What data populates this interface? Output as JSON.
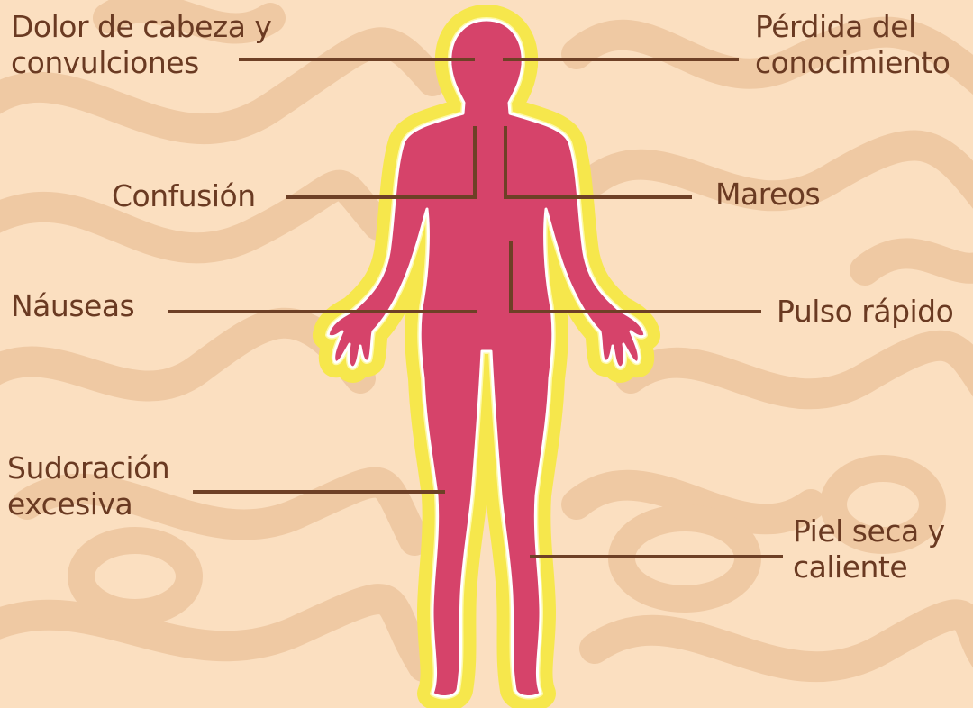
{
  "colors": {
    "background": "#fbdfc0",
    "pattern": "#efc9a3",
    "body_fill": "#d6436a",
    "glow": "#f6e74c",
    "outline": "#ffffff",
    "leader_line": "#6e4026",
    "text": "#6a3a22"
  },
  "labels": {
    "headache": "Dolor de cabeza y\nconvulciones",
    "consciousness": "Pérdida del\nconocimiento",
    "confusion": "Confusión",
    "dizziness": "Mareos",
    "nausea": "Náuseas",
    "pulse": "Pulso rápido",
    "sweating": "Sudoración\nexcesiva",
    "skin": "Piel seca y\ncaliente"
  }
}
